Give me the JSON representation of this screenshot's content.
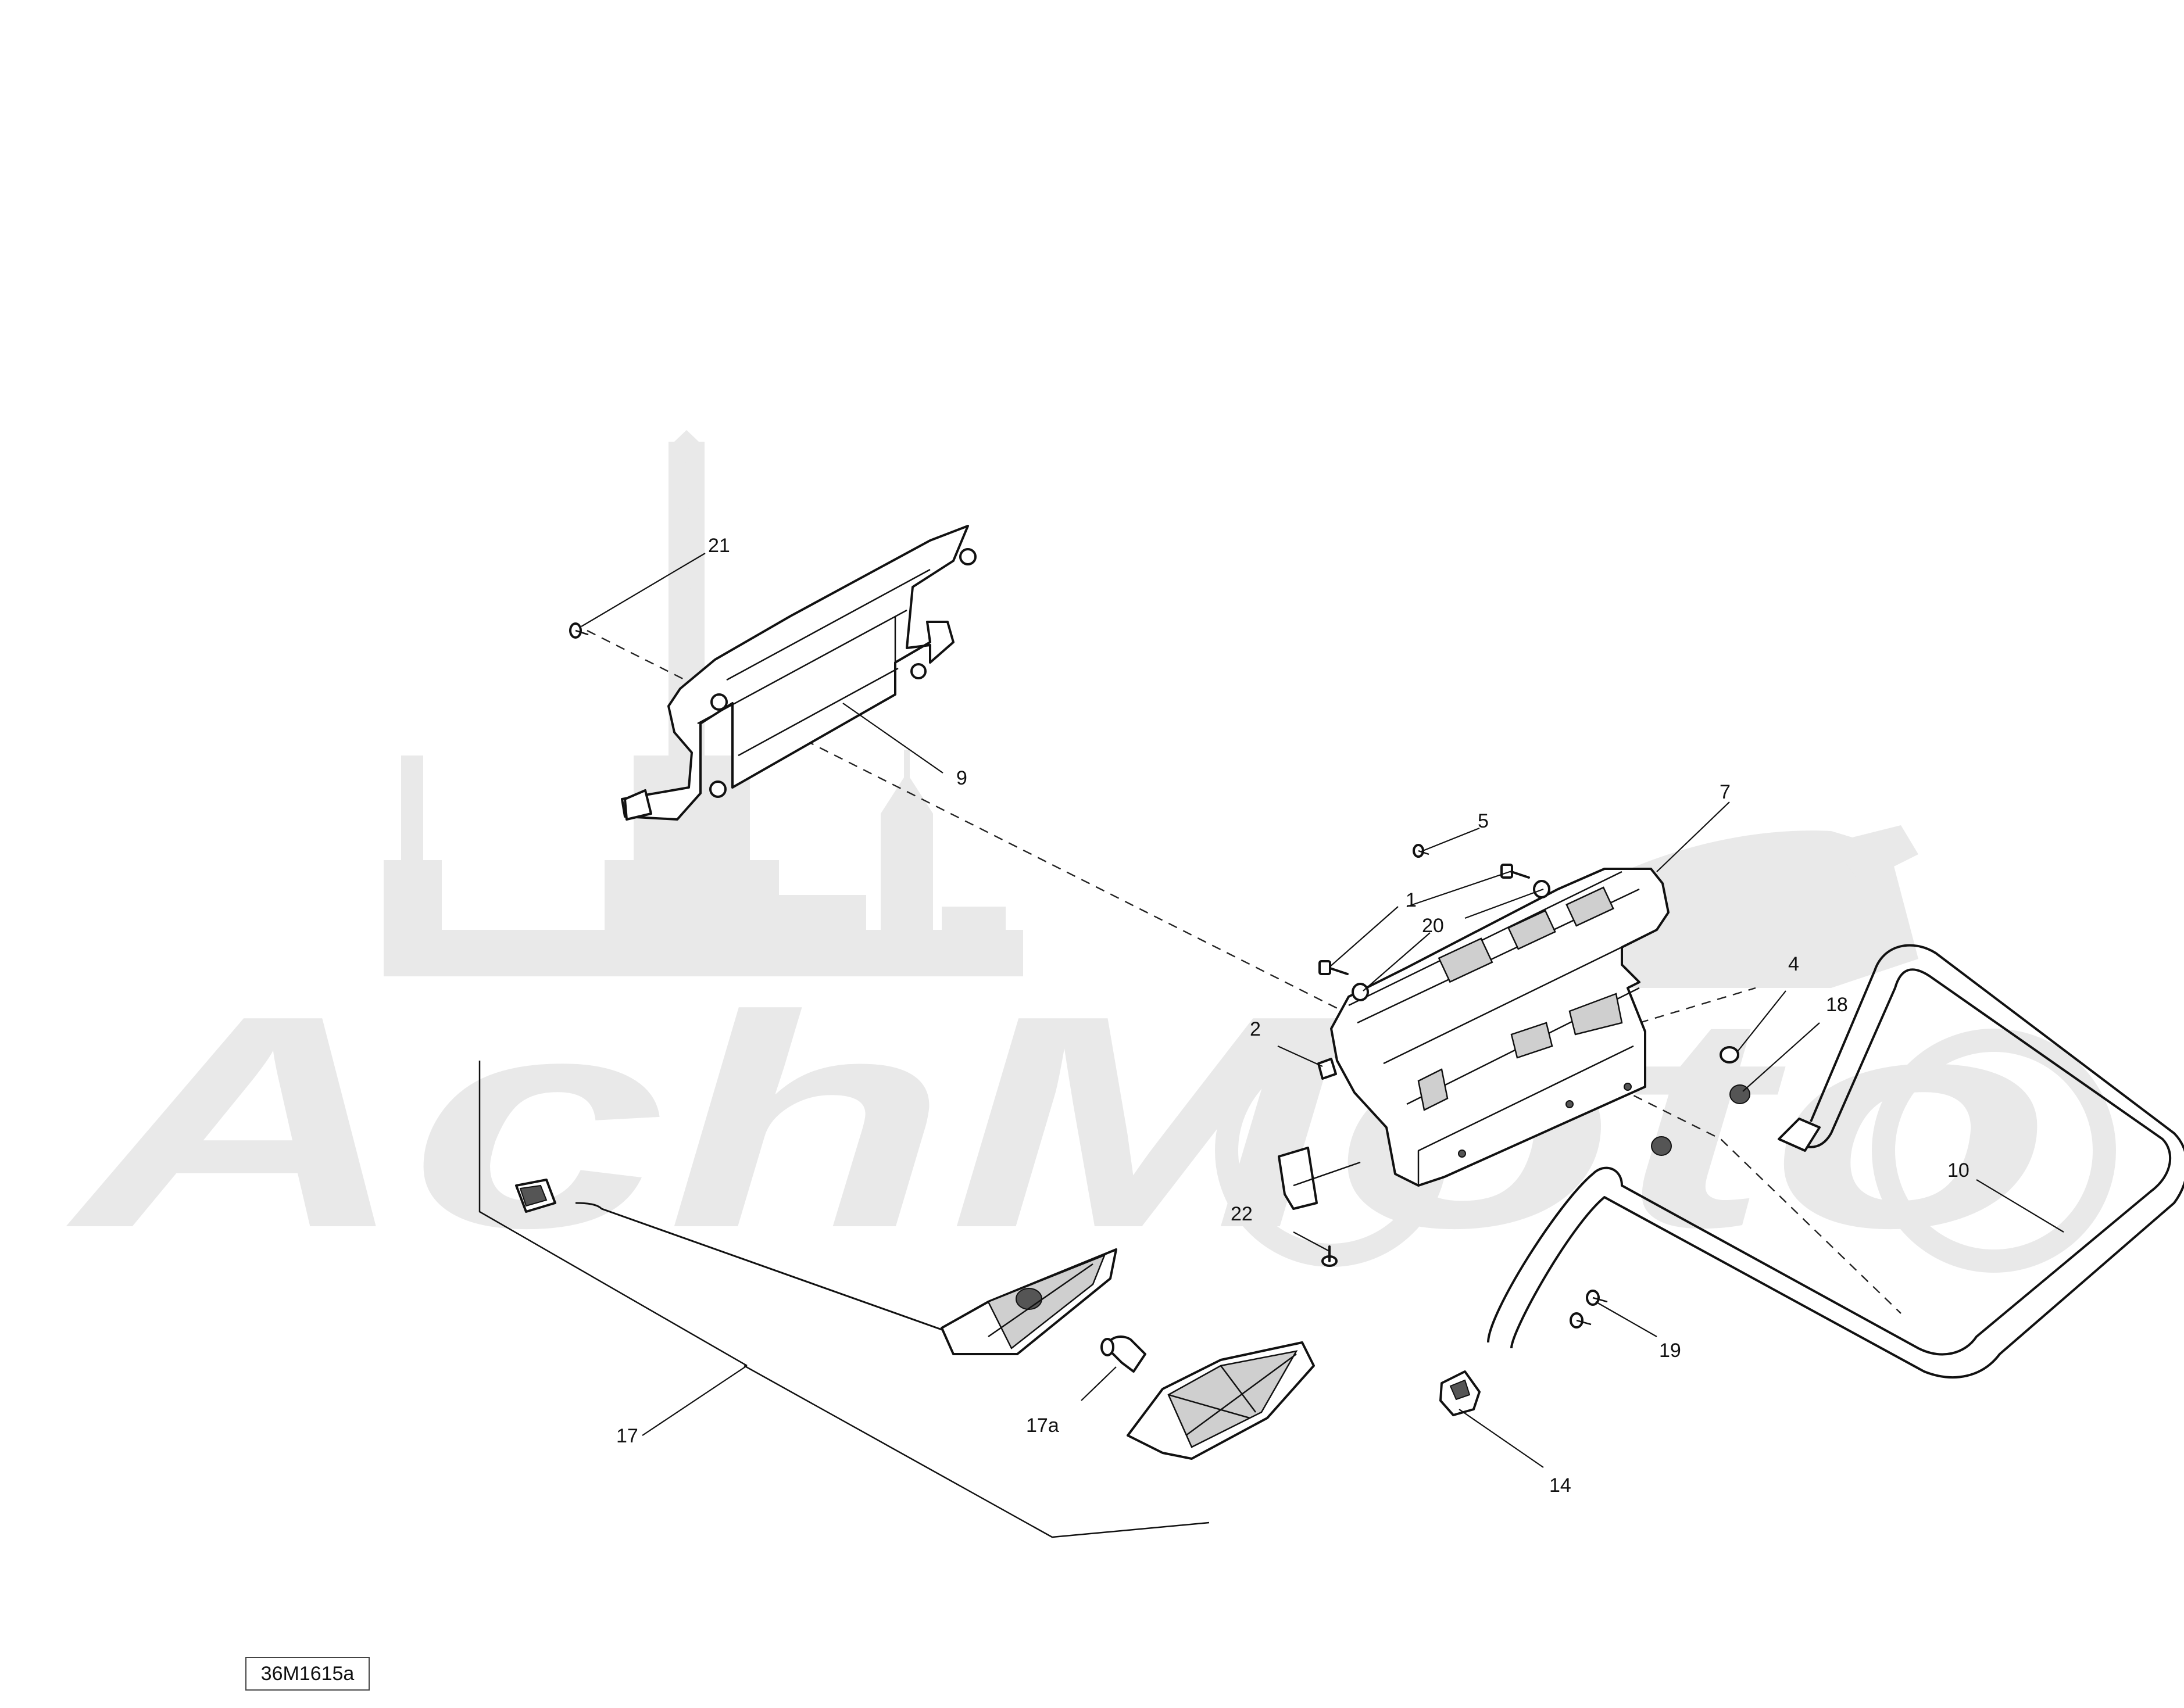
{
  "watermark": {
    "brand_text": "AchMoto"
  },
  "callouts": [
    {
      "id": "c21",
      "label": "21"
    },
    {
      "id": "c9",
      "label": "9"
    },
    {
      "id": "c5",
      "label": "5"
    },
    {
      "id": "c7",
      "label": "7"
    },
    {
      "id": "c1",
      "label": "1"
    },
    {
      "id": "c20",
      "label": "20"
    },
    {
      "id": "c4",
      "label": "4"
    },
    {
      "id": "c18",
      "label": "18"
    },
    {
      "id": "c2",
      "label": "2"
    },
    {
      "id": "c10",
      "label": "10"
    },
    {
      "id": "c22",
      "label": "22"
    },
    {
      "id": "c19",
      "label": "19"
    },
    {
      "id": "c17a",
      "label": "17a"
    },
    {
      "id": "c17",
      "label": "17"
    },
    {
      "id": "c14",
      "label": "14"
    }
  ],
  "reference_code": "36M1615a"
}
